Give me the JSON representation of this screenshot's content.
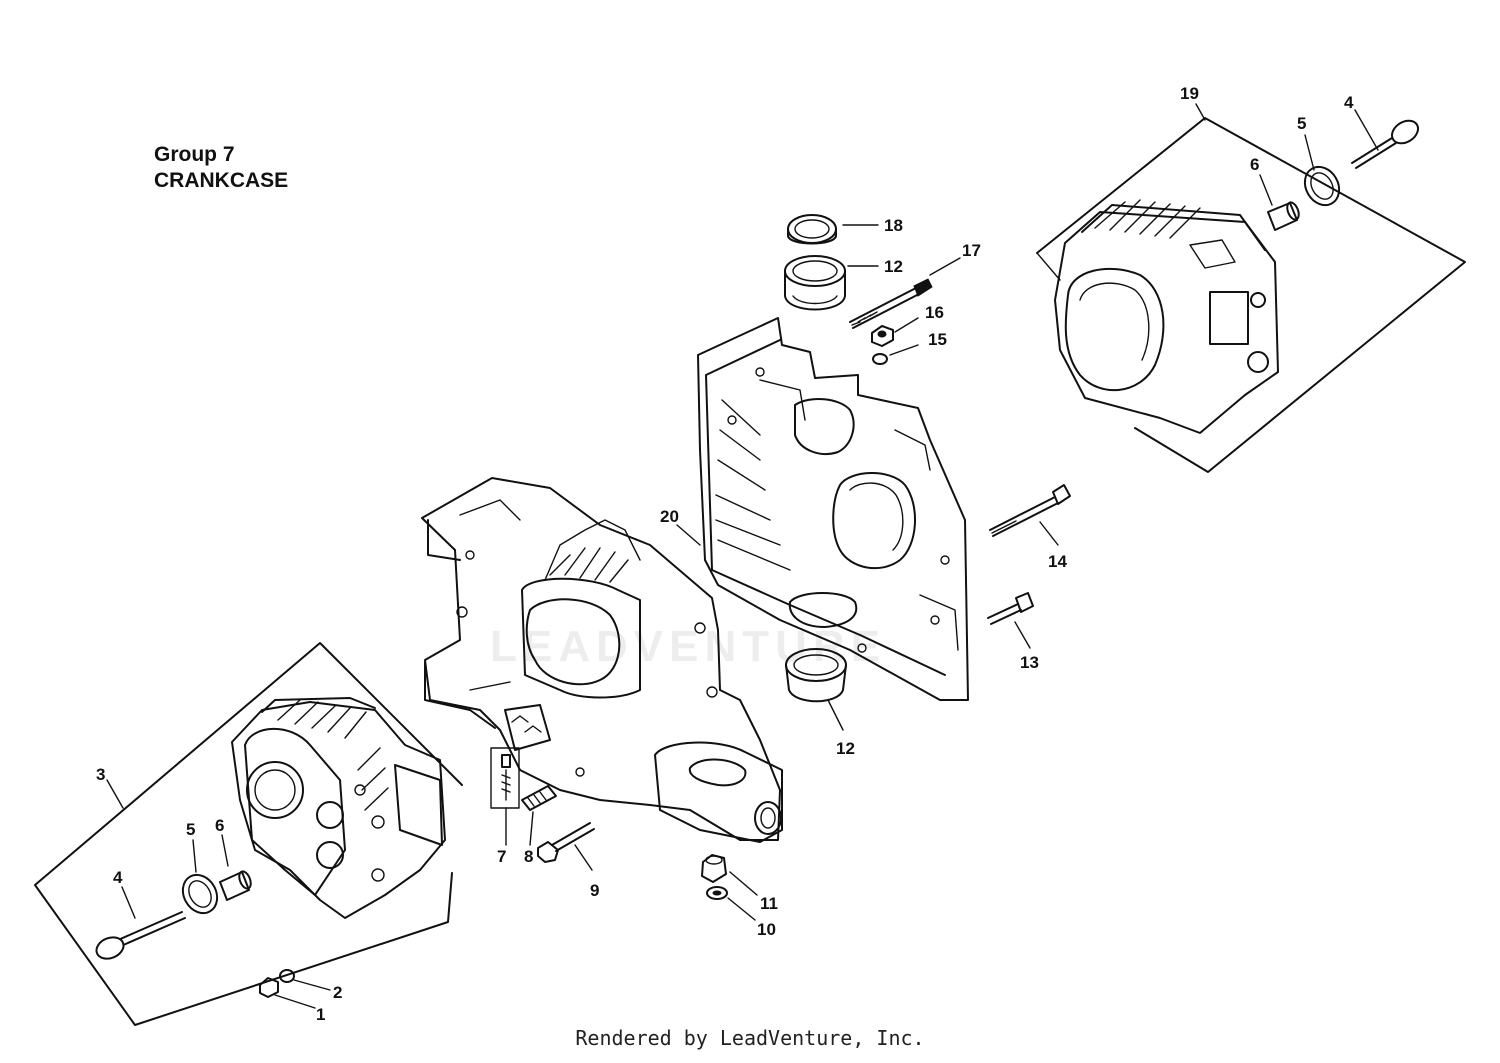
{
  "diagram": {
    "group_label": "Group 7",
    "section_title": "CRANKCASE",
    "watermark": "LEADVENTURE",
    "footer": "Rendered by LeadVenture, Inc.",
    "callouts": [
      "1",
      "2",
      "3",
      "4",
      "5",
      "6",
      "7",
      "8",
      "9",
      "10",
      "11",
      "12",
      "13",
      "14",
      "15",
      "16",
      "17",
      "18",
      "19",
      "20"
    ]
  }
}
